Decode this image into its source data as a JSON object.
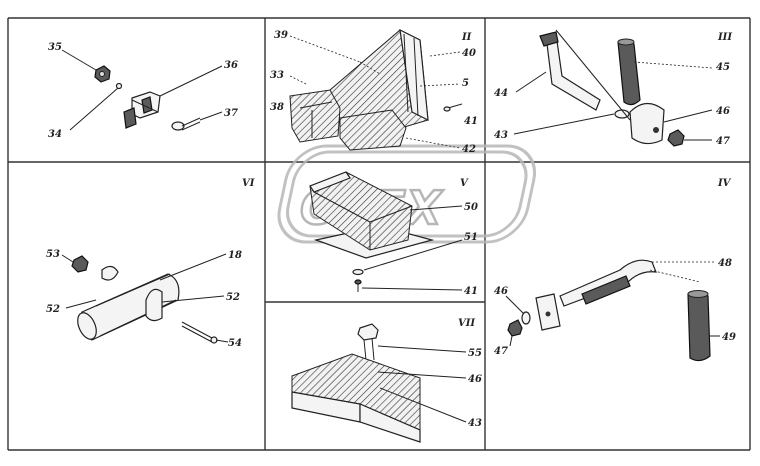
{
  "panels": {
    "I": "",
    "II": "II",
    "III": "III",
    "IV": "IV",
    "V": "V",
    "VI": "VI",
    "VII": "VII"
  },
  "watermark": "OREX",
  "callouts": {
    "c35": "35",
    "c34": "34",
    "c36": "36",
    "c37": "37",
    "c39": "39",
    "c33": "33",
    "c38": "38",
    "c40": "40",
    "c5": "5",
    "c41a": "41",
    "c42": "42",
    "c44": "44",
    "c43a": "43",
    "c45": "45",
    "c46a": "46",
    "c47a": "47",
    "c53": "53",
    "c18": "18",
    "c52a": "52",
    "c52b": "52",
    "c54": "54",
    "c50": "50",
    "c51": "51",
    "c41b": "41",
    "c55": "55",
    "c46b": "46",
    "c43b": "43",
    "c48": "48",
    "c46c": "46",
    "c47b": "47",
    "c49": "49"
  }
}
